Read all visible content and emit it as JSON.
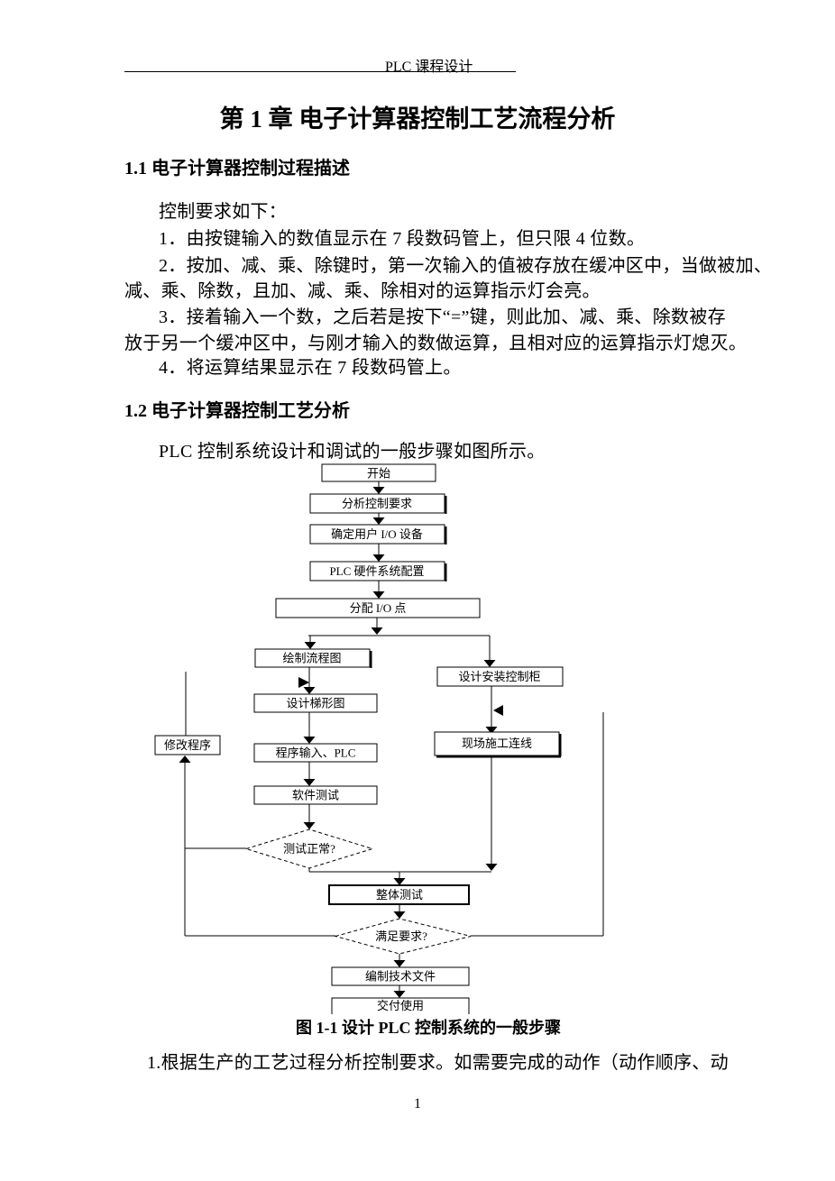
{
  "header": {
    "text": "PLC 课程设计"
  },
  "title": "第 1 章  电子计算器控制工艺流程分析",
  "section11": {
    "heading": "1.1 电子计算器控制过程描述",
    "lines": [
      {
        "text": "控制要求如下："
      },
      {
        "text": "1．由按键输入的数值显示在 7 段数码管上，但只限 4 位数。"
      },
      {
        "text": "2．按加、减、乘、除键时，第一次输入的值被存放在缓冲区中，当做被加、"
      },
      {
        "text": "减、乘、除数，且加、减、乘、除相对的运算指示灯会亮。"
      },
      {
        "text": "3．接着输入一个数，之后若是按下“=”键，则此加、减、乘、除数被存"
      },
      {
        "text": "放于另一个缓冲区中，与刚才输入的数做运算，且相对应的运算指示灯熄灭。"
      },
      {
        "text": "4．将运算结果显示在 7 段数码管上。"
      }
    ]
  },
  "section12": {
    "heading": "1.2 电子计算器控制工艺分析",
    "intro": "PLC 控制系统设计和调试的一般步骤如图所示。"
  },
  "flowchart": {
    "nodes": {
      "start": "开始",
      "analyze": "分析控制要求",
      "io_devices": "确定用户 I/O 设备",
      "plc_config": "PLC 硬件系统配置",
      "assign_io": "分配 I/O 点",
      "draw_flow": "绘制流程图",
      "cabinet": "设计安装控制柜",
      "ladder": "设计梯形图",
      "program_input": "程序输入、PLC",
      "site_wiring": "现场施工连线",
      "soft_test": "软件测试",
      "test_ok": "测试正常?",
      "overall_test": "整体测试",
      "meet_req": "满足要求?",
      "tech_docs": "编制技术文件",
      "delivery": "交付使用",
      "modify": "修改程序"
    }
  },
  "figure": {
    "caption": "图 1-1 设计 PLC 控制系统的一般步骤"
  },
  "after_text": "1.根据生产的工艺过程分析控制要求。如需要完成的动作（动作顺序、动",
  "page_number": "1"
}
